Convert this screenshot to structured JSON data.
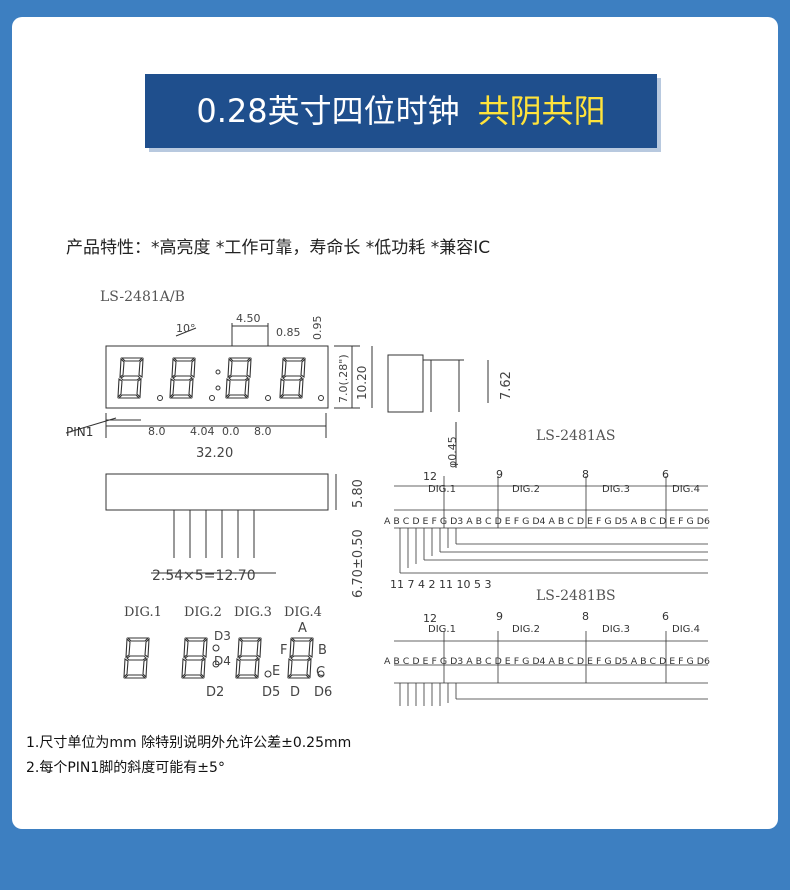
{
  "banner": {
    "title": "0.28英寸四位时钟",
    "highlight": "共阴共阳"
  },
  "colors": {
    "background": "#3d7fc1",
    "banner": "#1f4f8d",
    "highlight": "#ffe33b"
  },
  "features": "产品特性：*高亮度 *工作可靠，寿命长 *低功耗 *兼容IC",
  "models": {
    "top": "LS-2481A/B",
    "as": "LS-2481AS",
    "bs": "LS-2481BS"
  },
  "dims": {
    "angle": "10°",
    "d450": "4.50",
    "d085": "0.85",
    "d095": "0.95",
    "d700": "7.0(.28\")",
    "d1020": "10.20",
    "pin1": "PIN1",
    "d80a": "8.0",
    "d404": "4.04",
    "d00": "0.0",
    "d80b": "8.0",
    "d3220": "32.20",
    "d762": "7.62",
    "d045": "φ0.45",
    "d580": "5.80",
    "d670": "6.70±0.50",
    "pitch": "2.54×5=12.70"
  },
  "digits": {
    "d1": "DIG.1",
    "d2": "DIG.2",
    "d3": "DIG.3",
    "d4": "DIG.4"
  },
  "segs": {
    "a": "A",
    "b": "B",
    "c": "C",
    "e": "E",
    "f": "F",
    "d2": "D2",
    "d3": "D3",
    "d4": "D4",
    "d5": "D5",
    "d": "D",
    "d6": "D6"
  },
  "schematic": {
    "pins_top": [
      "12",
      "9",
      "8",
      "6"
    ],
    "dig_labels": [
      "DIG.1",
      "DIG.2",
      "DIG.3",
      "DIG.4"
    ],
    "seg_row": "A B C D E F G D3 A B C D E F G D4 A B C D E F G D5 A B C D E F G D6",
    "pins_bottom": "11 7 4 2 11 10 5 3"
  },
  "notes": {
    "n1": "1.尺寸单位为mm 除特别说明外允许公差±0.25mm",
    "n2": "2.每个PIN1脚的斜度可能有±5°"
  }
}
